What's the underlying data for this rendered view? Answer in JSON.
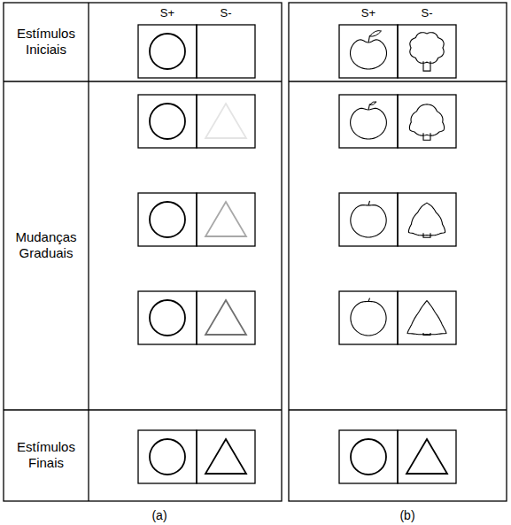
{
  "diagram": {
    "labels": [
      "S+",
      "S-",
      "Estímulos Iniciais",
      "Mudanças Graduais",
      "Estímulos Finais",
      "S+",
      "S-",
      "(a)",
      "(b)"
    ]
  }
}
